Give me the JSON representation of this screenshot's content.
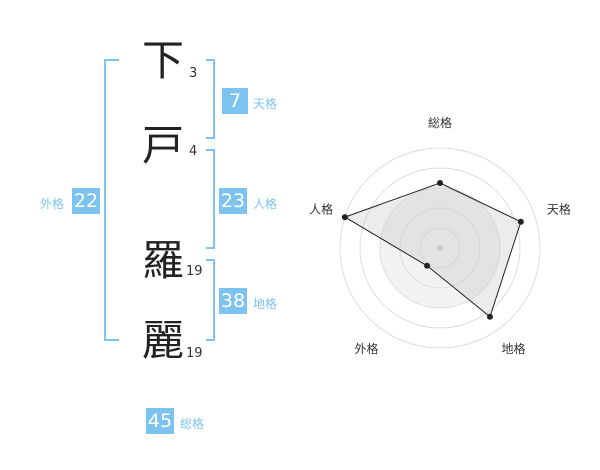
{
  "name_chars": [
    {
      "char": "下",
      "strokes": "3"
    },
    {
      "char": "戸",
      "strokes": "4"
    },
    {
      "char": "羅",
      "strokes": "19"
    },
    {
      "char": "麗",
      "strokes": "19"
    }
  ],
  "fortunes": {
    "tenkaku": {
      "value": "7",
      "label": "天格"
    },
    "jinkaku": {
      "value": "23",
      "label": "人格"
    },
    "chikaku": {
      "value": "38",
      "label": "地格"
    },
    "gaikaku": {
      "value": "22",
      "label": "外格"
    },
    "soukaku": {
      "value": "45",
      "label": "総格"
    }
  },
  "colors": {
    "accent": "#7cc4ef",
    "text": "#222222",
    "radar_line": "#222222",
    "radar_fill": "#eeeeee"
  },
  "chart_data": {
    "type": "radar",
    "axes": [
      "総格",
      "天格",
      "地格",
      "外格",
      "人格"
    ],
    "values": [
      0.65,
      0.85,
      0.85,
      0.22,
      1.0
    ],
    "range": [
      0,
      1
    ],
    "rings": 5
  }
}
